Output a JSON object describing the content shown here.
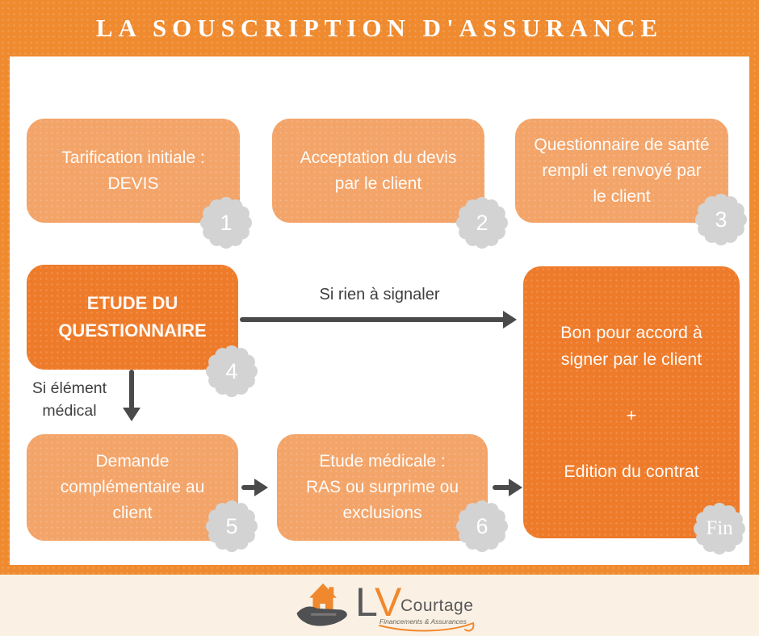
{
  "header": {
    "title": "LA SOUSCRIPTION D'ASSURANCE"
  },
  "colors": {
    "frame": "#EF8A2F",
    "box_light": "#F3A469",
    "box_dark": "#EE7B2A",
    "badge": "#D3D3D3",
    "arrow": "#4A4A4A",
    "label": "#3F3F3F",
    "footer_bg": "#FAF1E4",
    "logo_gray": "#58595B",
    "logo_orange": "#F0882E"
  },
  "flow": {
    "steps": [
      {
        "badge": "1",
        "label": "Tarification initiale :\nDEVIS"
      },
      {
        "badge": "2",
        "label": "Acceptation du devis\npar le client"
      },
      {
        "badge": "3",
        "label": "Questionnaire de santé\nrempli et renvoyé par\nle client"
      },
      {
        "badge": "4",
        "label": "ETUDE DU\nQUESTIONNAIRE"
      },
      {
        "badge": "5",
        "label": "Demande\ncomplémentaire au\nclient"
      },
      {
        "badge": "6",
        "label": "Etude médicale :\nRAS ou surprime ou\nexclusions"
      }
    ],
    "final": {
      "badge": "Fin",
      "line1": "Bon pour accord à\nsigner par le client",
      "plus": "+",
      "line2": "Edition du contrat"
    },
    "branch_right_label": "Si rien à signaler",
    "branch_down_label": "Si élément\nmédical"
  },
  "footer": {
    "logo": {
      "letter_l": "L",
      "letter_v": "V",
      "name": "Courtage",
      "tagline": "Financements & Assurances"
    }
  }
}
